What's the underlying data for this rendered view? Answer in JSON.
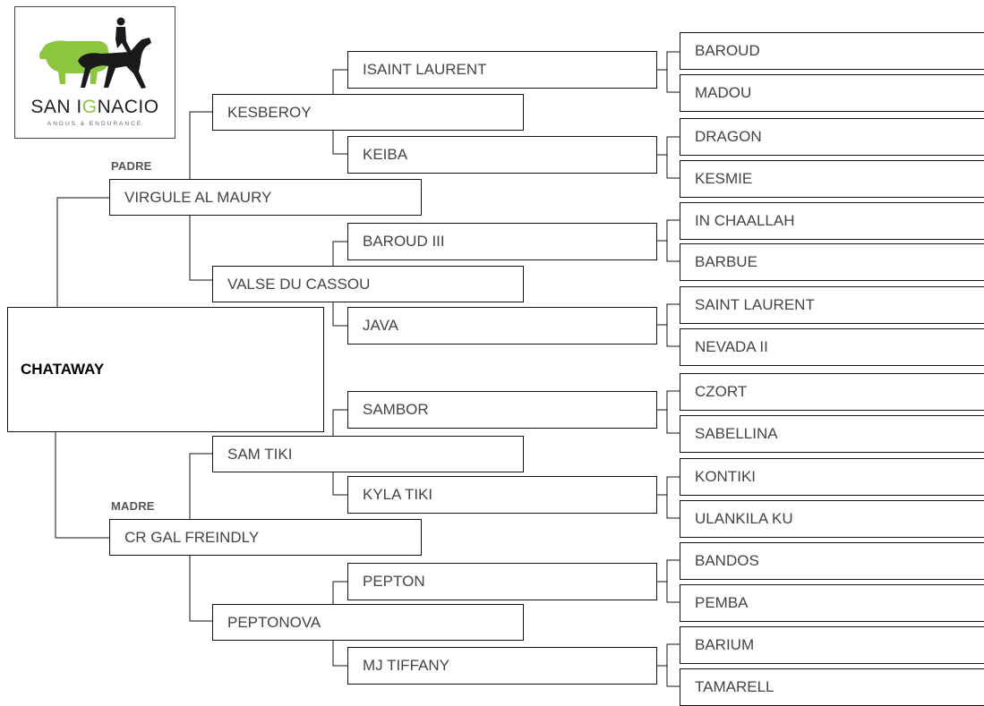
{
  "logo": {
    "title_part1": "SAN I",
    "title_g": "G",
    "title_part2": "NACIO",
    "subtitle": "ANGUS & ENDURANCE"
  },
  "labels": {
    "sire": "PADRE",
    "dam": "MADRE"
  },
  "root": "CHATAWAY",
  "sire": {
    "name": "VIRGULE AL MAURY",
    "sire": {
      "name": "KESBEROY",
      "sire": {
        "name": "ISAINT LAURENT",
        "sire": "BAROUD",
        "dam": "MADOU"
      },
      "dam": {
        "name": "KEIBA",
        "sire": "DRAGON",
        "dam": "KESMIE"
      }
    },
    "dam": {
      "name": "VALSE DU CASSOU",
      "sire": {
        "name": "BAROUD III",
        "sire": "IN CHAALLAH",
        "dam": "BARBUE"
      },
      "dam": {
        "name": "JAVA",
        "sire": "SAINT LAURENT",
        "dam": "NEVADA II"
      }
    }
  },
  "dam": {
    "name": "CR GAL FREINDLY",
    "sire": {
      "name": "SAM TIKI",
      "sire": {
        "name": "SAMBOR",
        "sire": "CZORT",
        "dam": "SABELLINA"
      },
      "dam": {
        "name": "KYLA TIKI",
        "sire": "KONTIKI",
        "dam": "ULANKILA KU"
      }
    },
    "dam": {
      "name": "PEPTONOVA",
      "sire": {
        "name": "PEPTON",
        "sire": "BANDOS",
        "dam": "PEMBA"
      },
      "dam": {
        "name": "MJ TIFFANY",
        "sire": "BARIUM",
        "dam": "TAMARELL"
      }
    }
  }
}
